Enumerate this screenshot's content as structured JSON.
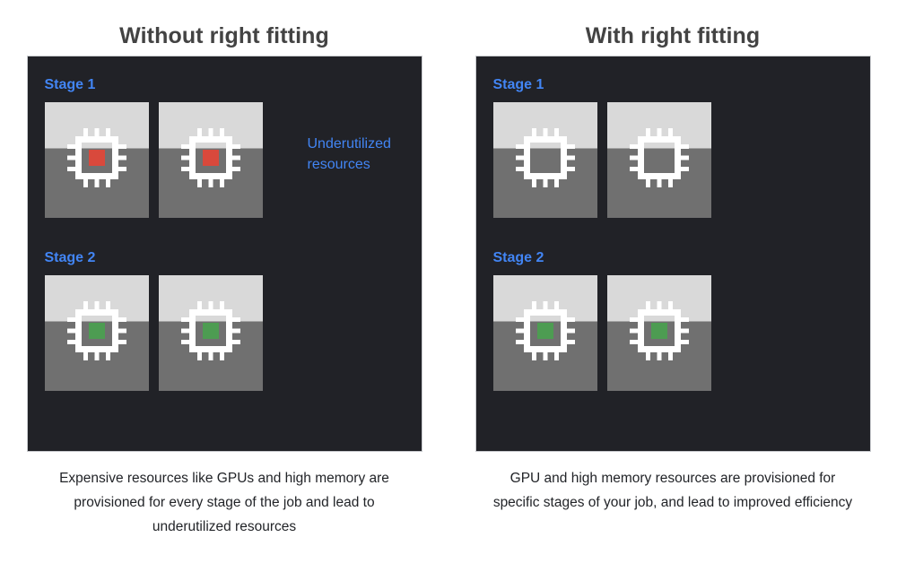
{
  "colors": {
    "page_background": "#ffffff",
    "panel_background": "#212227",
    "panel_border": "#c9cbcf",
    "title_text": "#434343",
    "stage_label_blue": "#4285f4",
    "annotation_blue": "#4285f4",
    "tile_unused_gray": "#d9d9d9",
    "tile_used_gray": "#707070",
    "chip_outline_white": "#ffffff",
    "chip_core_red": "#d9493c",
    "chip_core_green": "#4d9c52",
    "caption_text": "#222428"
  },
  "columns": [
    {
      "id": "without-right-fitting",
      "title": "Without right fitting",
      "panel": {
        "stages": [
          {
            "label": "Stage 1",
            "tiles": [
              {
                "icon": "cpu-chip-icon",
                "core": "red"
              },
              {
                "icon": "cpu-chip-icon",
                "core": "red"
              }
            ]
          },
          {
            "label": "Stage 2",
            "tiles": [
              {
                "icon": "cpu-chip-icon",
                "core": "green"
              },
              {
                "icon": "cpu-chip-icon",
                "core": "green"
              }
            ]
          }
        ],
        "annotation": "Underutilized resources"
      },
      "caption": "Expensive resources like GPUs and high memory are provisioned for every stage of the job and lead to underutilized resources"
    },
    {
      "id": "with-right-fitting",
      "title": "With right fitting",
      "panel": {
        "stages": [
          {
            "label": "Stage 1",
            "tiles": [
              {
                "icon": "cpu-chip-icon",
                "core": "none"
              },
              {
                "icon": "cpu-chip-icon",
                "core": "none"
              }
            ]
          },
          {
            "label": "Stage 2",
            "tiles": [
              {
                "icon": "cpu-chip-icon",
                "core": "green"
              },
              {
                "icon": "cpu-chip-icon",
                "core": "green"
              }
            ]
          }
        ],
        "annotation": ""
      },
      "caption": "GPU and high memory resources are provisioned for specific stages of your job, and lead to improved efficiency"
    }
  ]
}
